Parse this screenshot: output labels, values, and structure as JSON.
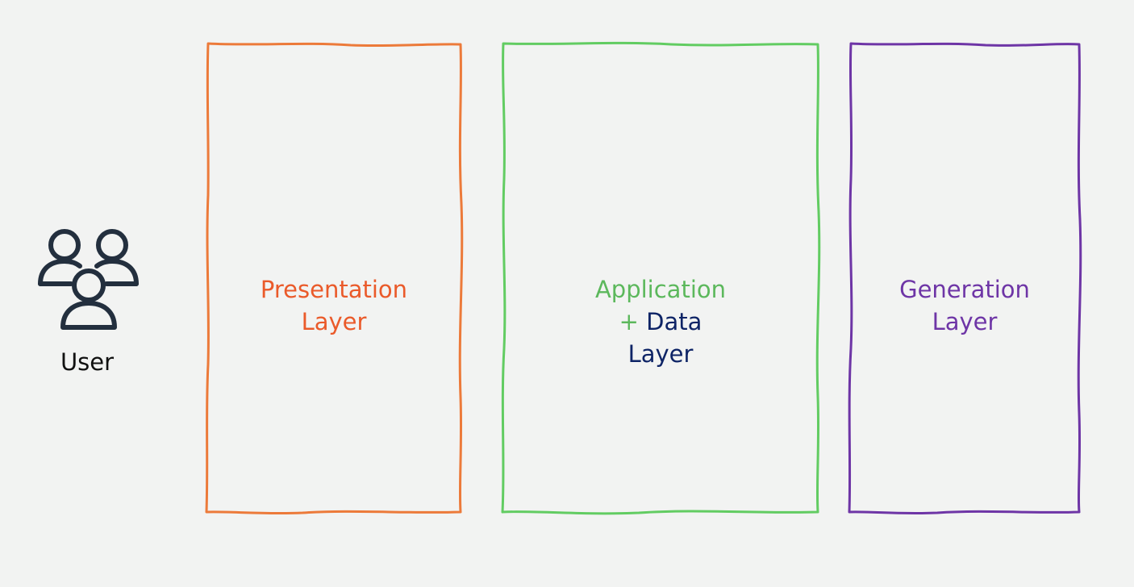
{
  "user": {
    "label": "User",
    "icon": "users-group-icon"
  },
  "layers": [
    {
      "id": "presentation",
      "lines": [
        "Presentation",
        "Layer"
      ],
      "color": "#ea5a2a",
      "border_color": "#ec7a3a"
    },
    {
      "id": "application",
      "title": "Application",
      "plus": "+",
      "data_word": "Data",
      "layer_word": "Layer",
      "title_color": "#5cb85c",
      "text_color": "#0e2466",
      "border_color": "#62cc62"
    },
    {
      "id": "generation",
      "lines": [
        "Generation",
        "Layer"
      ],
      "color": "#6e35a6",
      "border_color": "#6e35a6"
    }
  ]
}
